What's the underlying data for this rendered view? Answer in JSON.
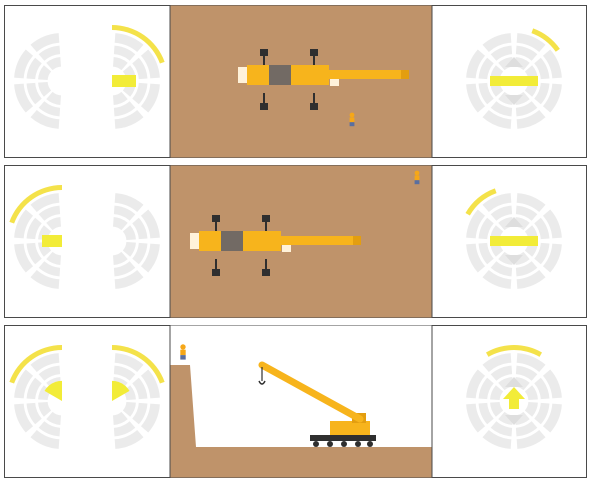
{
  "colors": {
    "background": "#ffffff",
    "panel_border": "#4a4a4a",
    "ground": "#bf936a",
    "ground_dark": "#a87e57",
    "crane_yellow": "#f7b41c",
    "crane_yellow_dark": "#e39e10",
    "crane_cab": "#726a64",
    "crane_light": "#fff2da",
    "tire": "#2f2f2f",
    "gauge_inactive": "#ebebeb",
    "gauge_active": "#f4e24a",
    "gauge_shape": "#f2ec38",
    "worker_vest": "#f6a718",
    "worker_blue": "#5a6fa0"
  },
  "rows": [
    {
      "id": "row-1",
      "scene": "top-view",
      "crane_view": "top",
      "left_control": {
        "type": "split-joystick",
        "left_half": {
          "active_arc": "none",
          "indicator": "none"
        },
        "right_half": {
          "active_arc": "top-quarter",
          "indicator": "bar"
        }
      },
      "right_control": {
        "type": "round-joystick",
        "active_arc": "top-right",
        "indicator": "bar",
        "arrows": "up-down"
      }
    },
    {
      "id": "row-2",
      "scene": "top-view",
      "crane_view": "top",
      "left_control": {
        "type": "split-joystick",
        "left_half": {
          "active_arc": "top-quarter",
          "indicator": "bar"
        },
        "right_half": {
          "active_arc": "none",
          "indicator": "none"
        }
      },
      "right_control": {
        "type": "round-joystick",
        "active_arc": "top-left",
        "indicator": "bar",
        "arrows": "up-down"
      }
    },
    {
      "id": "row-3",
      "scene": "side-view",
      "crane_view": "side",
      "left_control": {
        "type": "split-joystick",
        "left_half": {
          "active_arc": "top-quarter",
          "indicator": "quarter-wedge"
        },
        "right_half": {
          "active_arc": "top-quarter",
          "indicator": "quarter-wedge"
        }
      },
      "right_control": {
        "type": "round-joystick",
        "active_arc": "top",
        "indicator": "up-arrow",
        "arrows": "up-down"
      }
    }
  ]
}
